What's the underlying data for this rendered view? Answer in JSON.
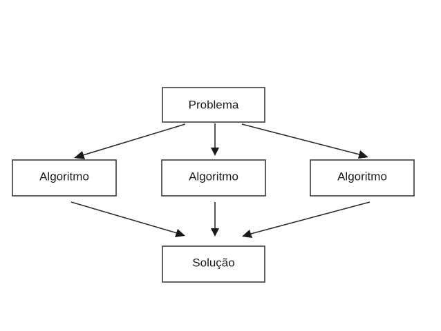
{
  "diagram": {
    "nodes": {
      "problem": {
        "label": "Problema"
      },
      "algorithm_left": {
        "label": "Algoritmo"
      },
      "algorithm_center": {
        "label": "Algoritmo"
      },
      "algorithm_right": {
        "label": "Algoritmo"
      },
      "solution": {
        "label": "Solução"
      }
    },
    "edges": [
      {
        "from": "problem",
        "to": "algorithm_left"
      },
      {
        "from": "problem",
        "to": "algorithm_center"
      },
      {
        "from": "problem",
        "to": "algorithm_right"
      },
      {
        "from": "algorithm_left",
        "to": "solution"
      },
      {
        "from": "algorithm_center",
        "to": "solution"
      },
      {
        "from": "algorithm_right",
        "to": "solution"
      }
    ],
    "colors": {
      "border": "#3a3a3a",
      "text": "#1a1a1a",
      "background": "#ffffff"
    }
  }
}
